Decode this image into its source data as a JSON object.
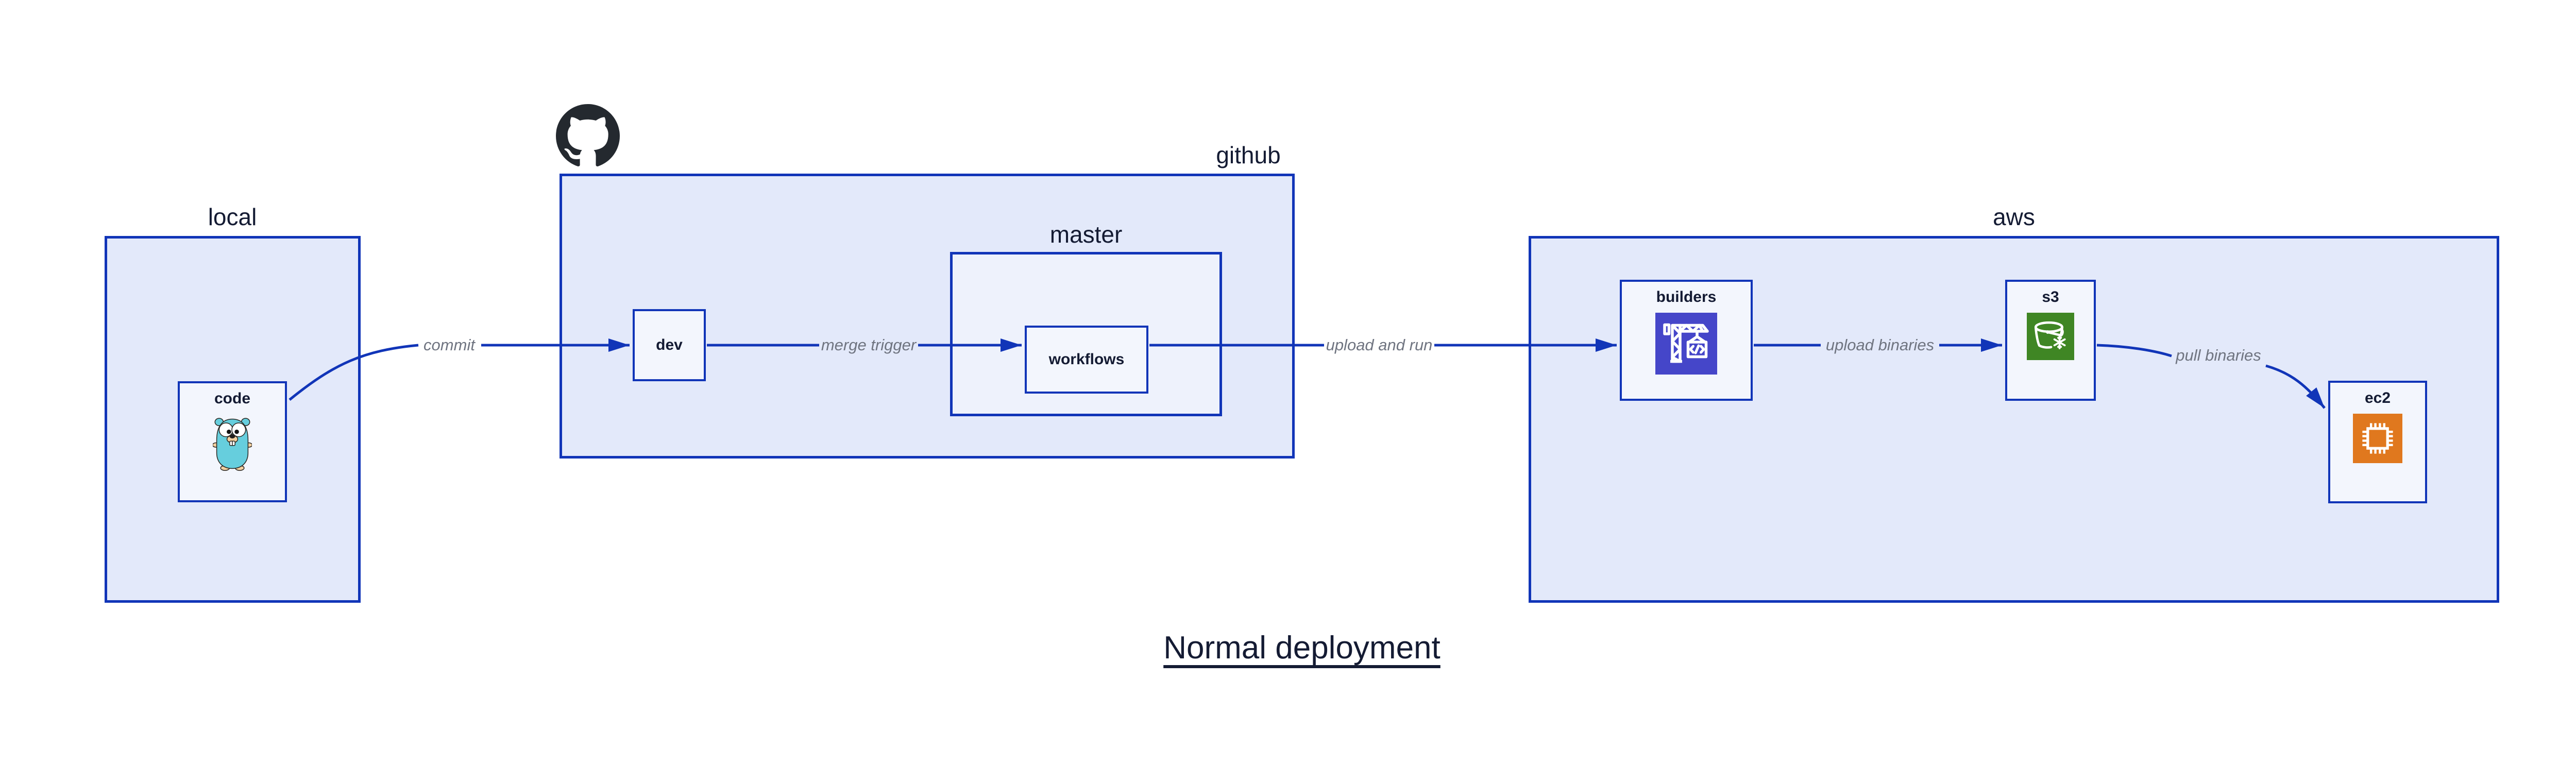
{
  "title": "Normal deployment",
  "groups": {
    "local": {
      "label": "local"
    },
    "github": {
      "label": "github"
    },
    "master": {
      "label": "master"
    },
    "aws": {
      "label": "aws"
    }
  },
  "nodes": {
    "code": {
      "label": "code",
      "icon": "go-gopher-icon"
    },
    "dev": {
      "label": "dev"
    },
    "workflows": {
      "label": "workflows"
    },
    "builders": {
      "label": "builders",
      "icon": "aws-codebuild-crane-icon"
    },
    "s3": {
      "label": "s3",
      "icon": "aws-s3-glacier-bucket-icon"
    },
    "ec2": {
      "label": "ec2",
      "icon": "aws-ec2-chip-icon"
    }
  },
  "edges": {
    "commit": {
      "label": "commit",
      "from": "code",
      "to": "dev"
    },
    "merge_trigger": {
      "label": "merge trigger",
      "from": "dev",
      "to": "workflows"
    },
    "upload_and_run": {
      "label": "upload and run",
      "from": "workflows",
      "to": "builders"
    },
    "upload_binaries": {
      "label": "upload binaries",
      "from": "builders",
      "to": "s3"
    },
    "pull_binaries": {
      "label": "pull binaries",
      "from": "s3",
      "to": "ec2"
    }
  },
  "logo": {
    "icon": "github-octocat-icon"
  },
  "colors": {
    "diagram_blue": "#1135b8",
    "container_fill": "#e3e9fa",
    "subcontainer_fill": "#eef2fc",
    "node_fill": "#f3f6fd",
    "label_navy": "#141b33",
    "edge_label_gray": "#6f7480",
    "codebuild_purple": "#4546c9",
    "s3_glacier_green": "#3f8624",
    "ec2_orange": "#e0781e",
    "github_black": "#24292f",
    "gopher_teal": "#66cedd"
  }
}
